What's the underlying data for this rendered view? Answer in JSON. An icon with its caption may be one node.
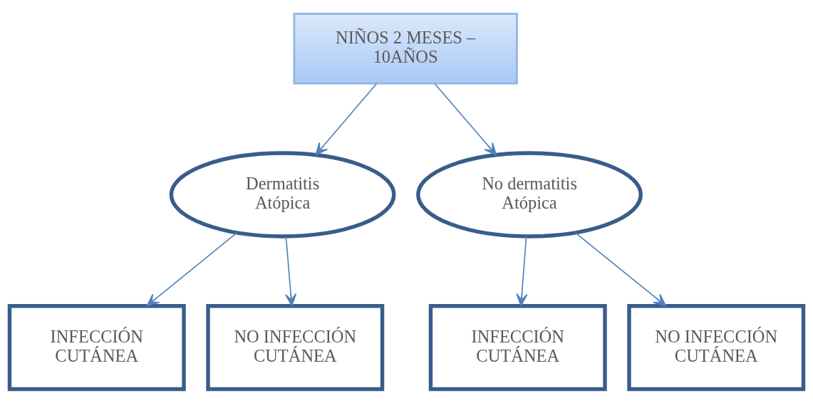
{
  "diagram": {
    "nodes": [
      {
        "text": [
          "NIÑOS 2 MESES – 10AÑOS"
        ]
      },
      {
        "text": [
          "Dermatitis Atópica"
        ]
      },
      {
        "text": [
          "No dermatitis Atópica"
        ]
      },
      {
        "text": [
          "INFECCIÓN CUTÁNEA"
        ]
      },
      {
        "text": [
          "NO INFECCIÓN CUTÁNEA"
        ]
      },
      {
        "text": [
          "INFECCIÓN CUTÁNEA"
        ]
      },
      {
        "text": [
          "NO INFECCIÓN CUTÁNEA"
        ]
      }
    ],
    "edges": [
      {
        "from": 0,
        "to": 1,
        "arrow": "to"
      },
      {
        "from": 0,
        "to": 2,
        "arrow": "to"
      },
      {
        "from": 1,
        "to": 3,
        "arrow": "to"
      },
      {
        "from": 1,
        "to": 4,
        "arrow": "to"
      },
      {
        "from": 2,
        "to": 5,
        "arrow": "to"
      },
      {
        "from": 2,
        "to": 6,
        "arrow": "to"
      }
    ]
  }
}
